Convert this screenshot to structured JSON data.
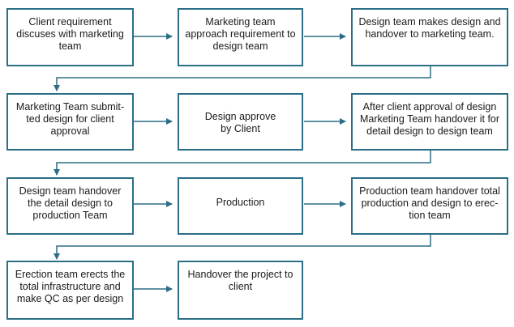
{
  "colors": {
    "border": "#2b6e86",
    "arrow": "#2b6e86",
    "text": "#1a1a1a"
  },
  "steps": [
    {
      "text": "Client requirement discuses with marketing team"
    },
    {
      "text": "Marketing  team approach requirement to design team"
    },
    {
      "text": "Design team makes design and handover to marketing team."
    },
    {
      "text": "Marketing Team submit-ted design for client approval"
    },
    {
      "text": "Design approve by Client"
    },
    {
      "text": "After client approval of design Marketing Team handover it for detail design to design team"
    },
    {
      "text": "Design team handover the detail design to production Team"
    },
    {
      "text": "Production"
    },
    {
      "text": "Production team handover total production and design to erec-tion team"
    },
    {
      "text": "Erection team erects the total infrastructure and make QC as per design"
    },
    {
      "text": "Handover the project to client"
    }
  ]
}
